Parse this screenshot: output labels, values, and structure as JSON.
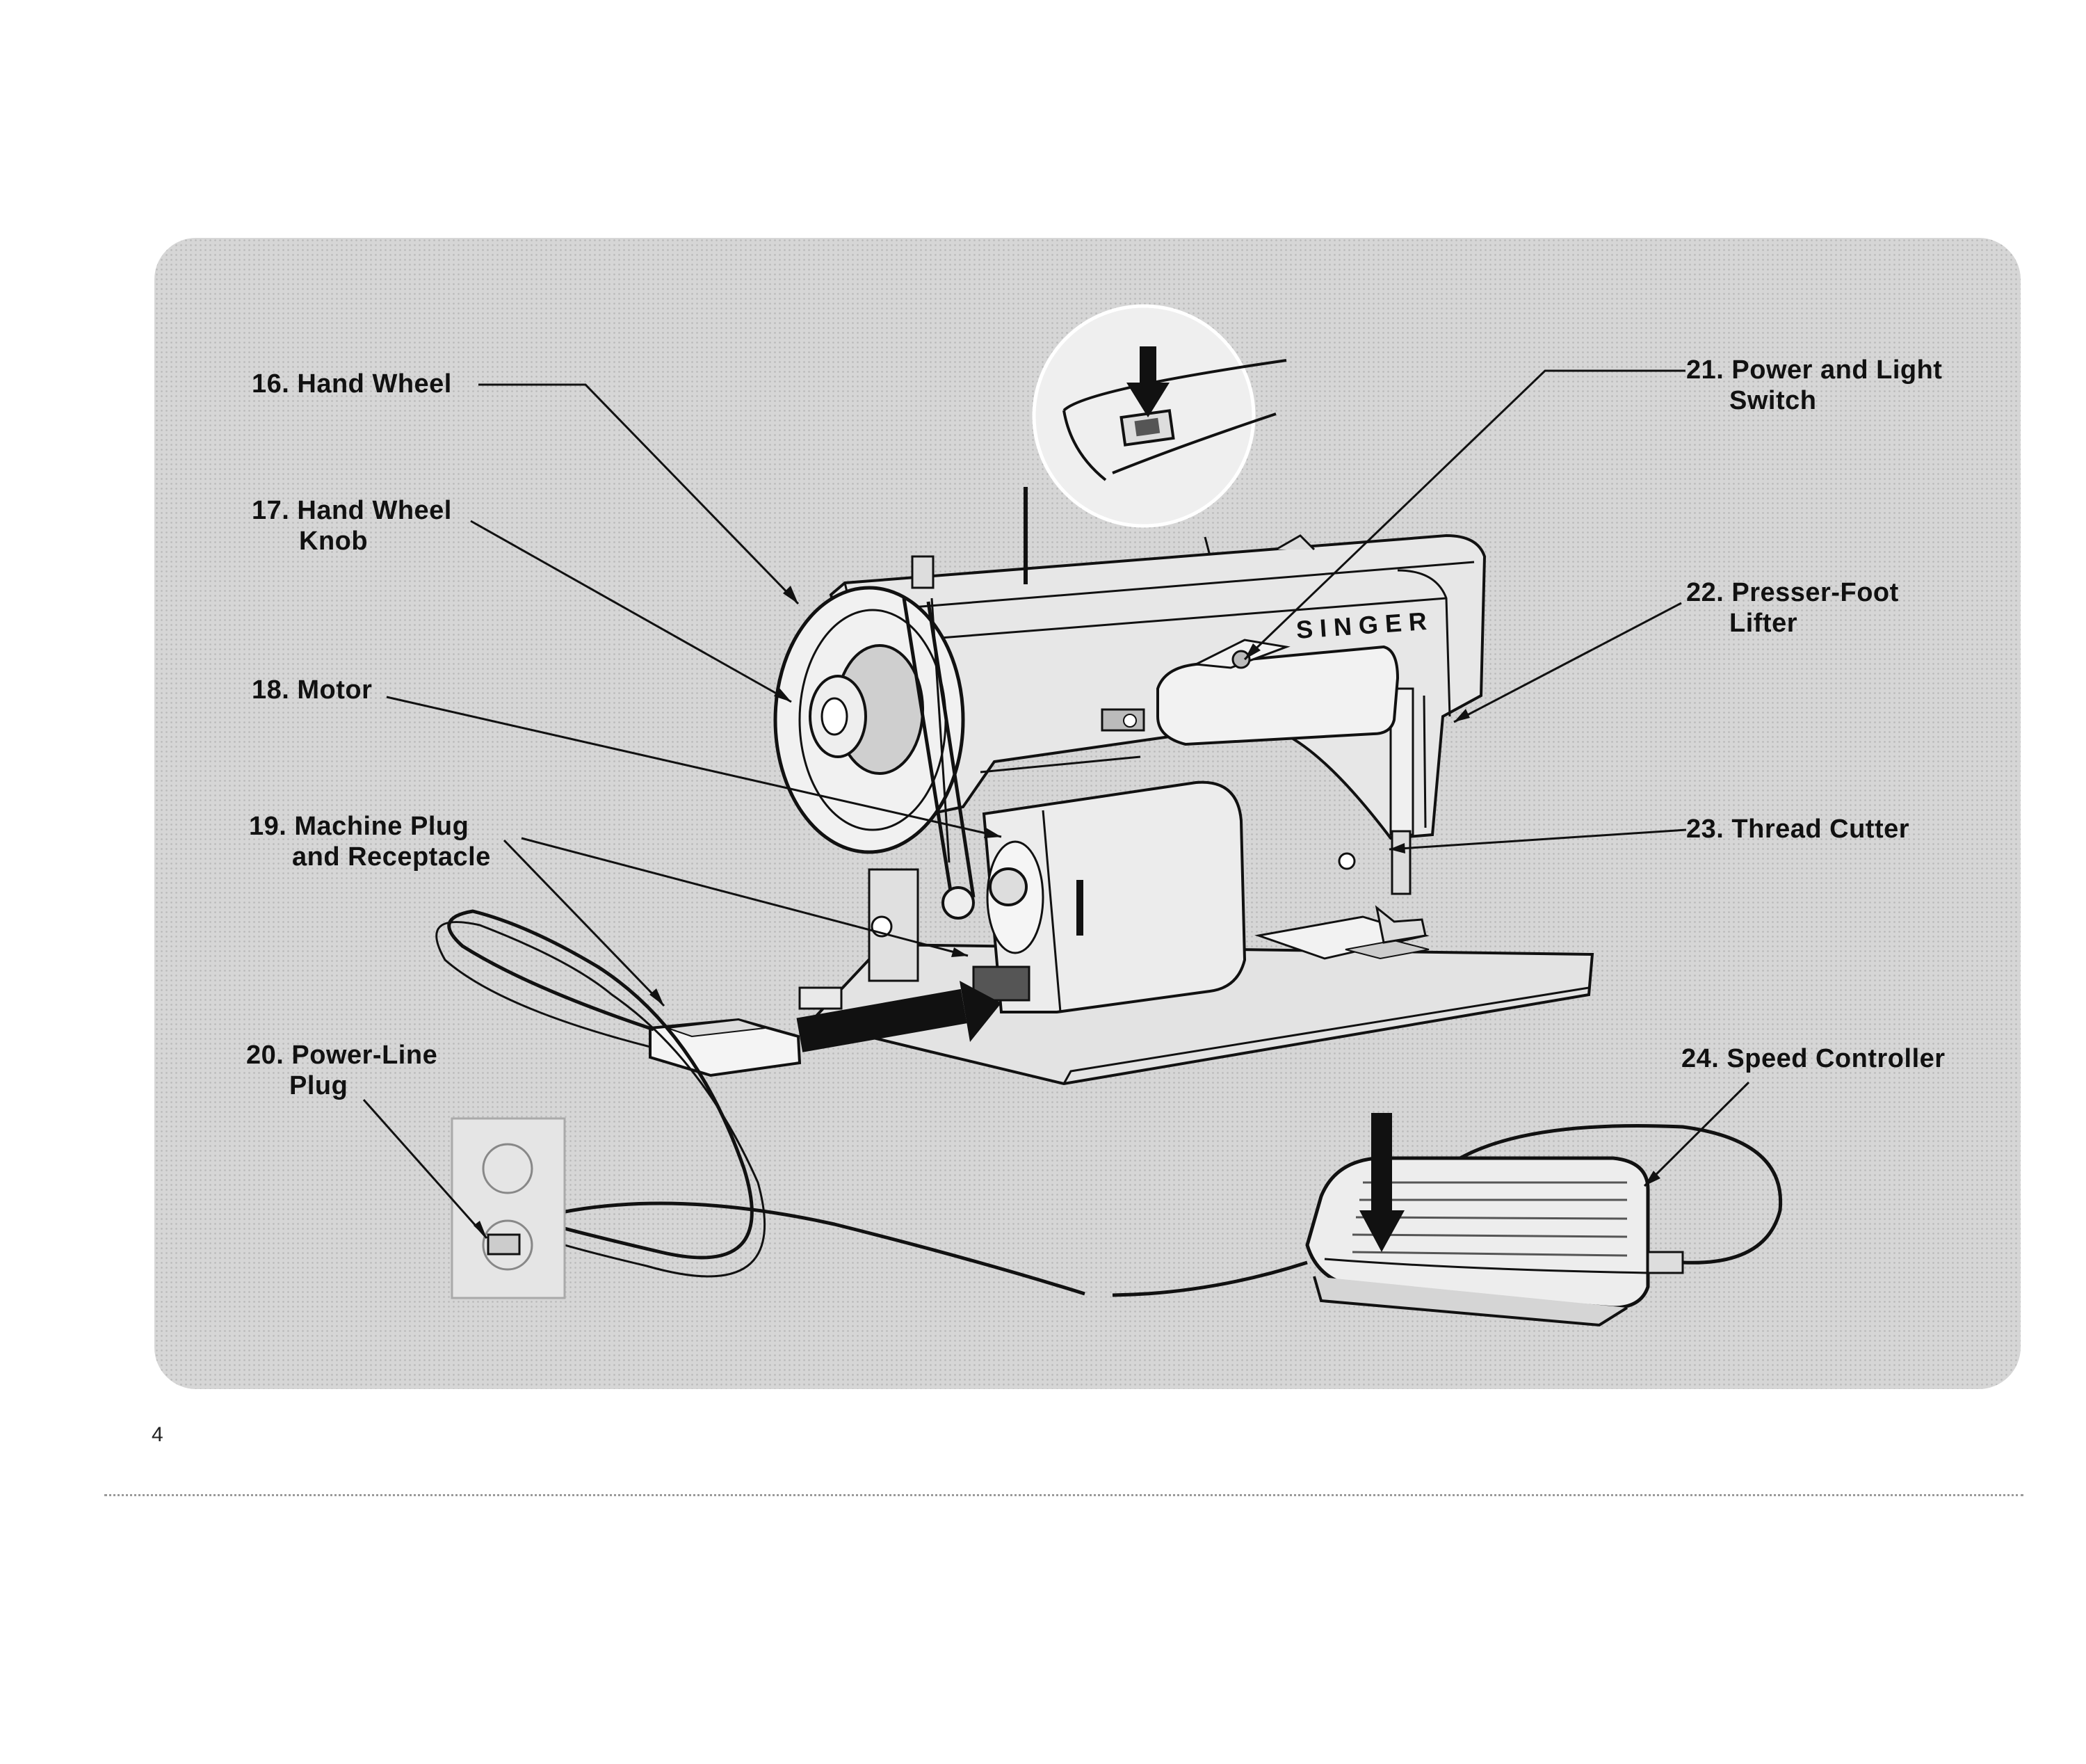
{
  "labels": [
    {
      "number": "16.",
      "line1": "Hand Wheel",
      "line2": ""
    },
    {
      "number": "17.",
      "line1": "Hand Wheel",
      "line2": "Knob"
    },
    {
      "number": "18.",
      "line1": "Motor",
      "line2": ""
    },
    {
      "number": "19.",
      "line1": "Machine Plug",
      "line2": "and Receptacle"
    },
    {
      "number": "20.",
      "line1": "Power-Line",
      "line2": "Plug"
    },
    {
      "number": "21.",
      "line1": "Power and Light",
      "line2": "Switch"
    },
    {
      "number": "22.",
      "line1": "Presser-Foot",
      "line2": "Lifter"
    },
    {
      "number": "23.",
      "line1": "Thread Cutter",
      "line2": ""
    },
    {
      "number": "24.",
      "line1": "Speed Controller",
      "line2": ""
    }
  ],
  "brand_mark": "SINGER",
  "page_number": "4",
  "colors": {
    "panel": "#d6d6d6",
    "ink": "#111111",
    "paper": "#ffffff"
  }
}
